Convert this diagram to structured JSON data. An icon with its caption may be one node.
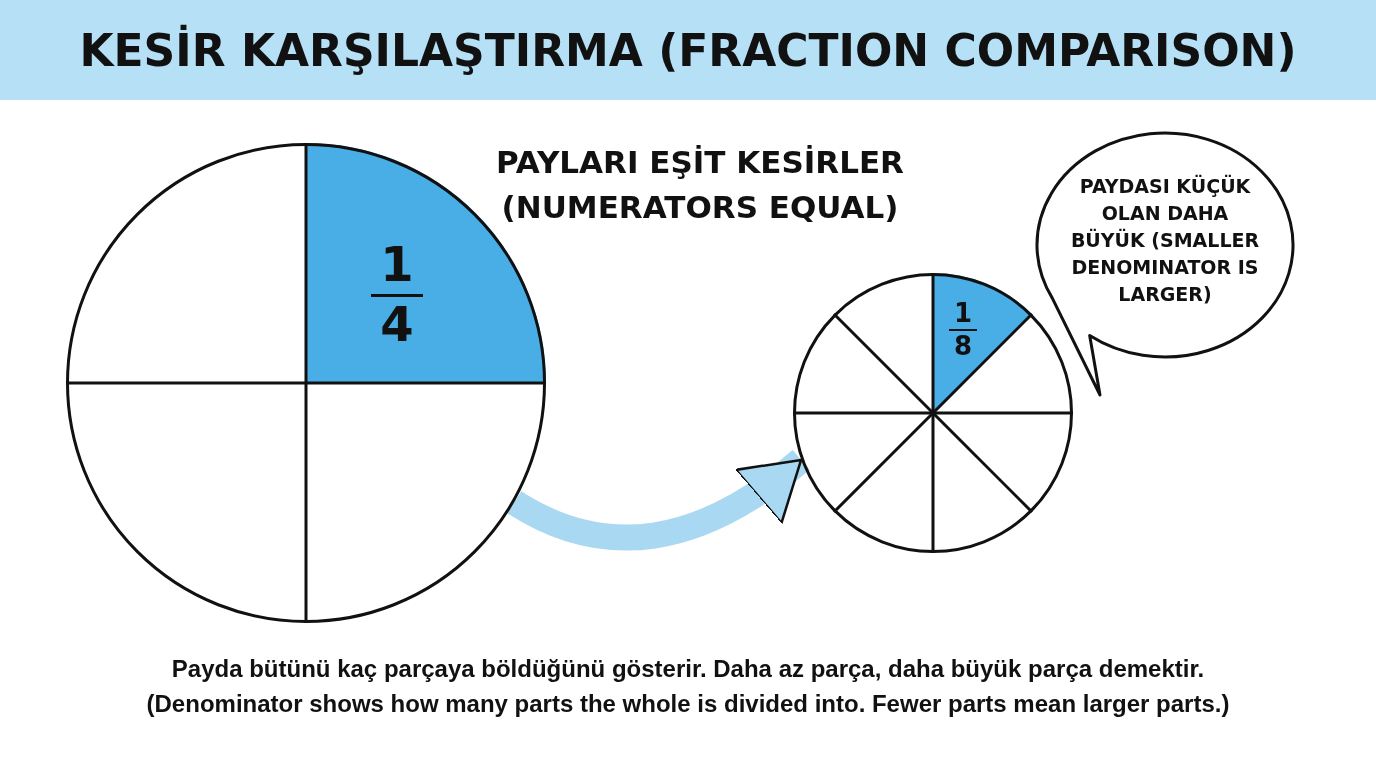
{
  "diagram": {
    "title": "KESİR KARŞILAŞTIRMA (FRACTION COMPARISON)",
    "nodes": [
      {
        "text": [
          "1",
          "4"
        ]
      },
      {
        "text": [
          "1",
          "8"
        ]
      },
      {
        "text": [
          "PAYDASI KÜÇÜK OLAN DAHA BÜYÜK (SMALLER DENOMINATOR IS LARGER)"
        ]
      }
    ],
    "edges": [
      {
        "from": 0,
        "to": 1,
        "arrow": "to"
      }
    ],
    "labels": [
      "PAYLARI EŞİT KESİRLER (NUMERATORS EQUAL)",
      "Payda bütünü kaç parçaya böldüğünü gösterir. Daha az parça, daha büyük parça demektir.",
      "(Denominator shows how many parts the whole is divided into. Fewer parts mean larger parts.)"
    ]
  }
}
